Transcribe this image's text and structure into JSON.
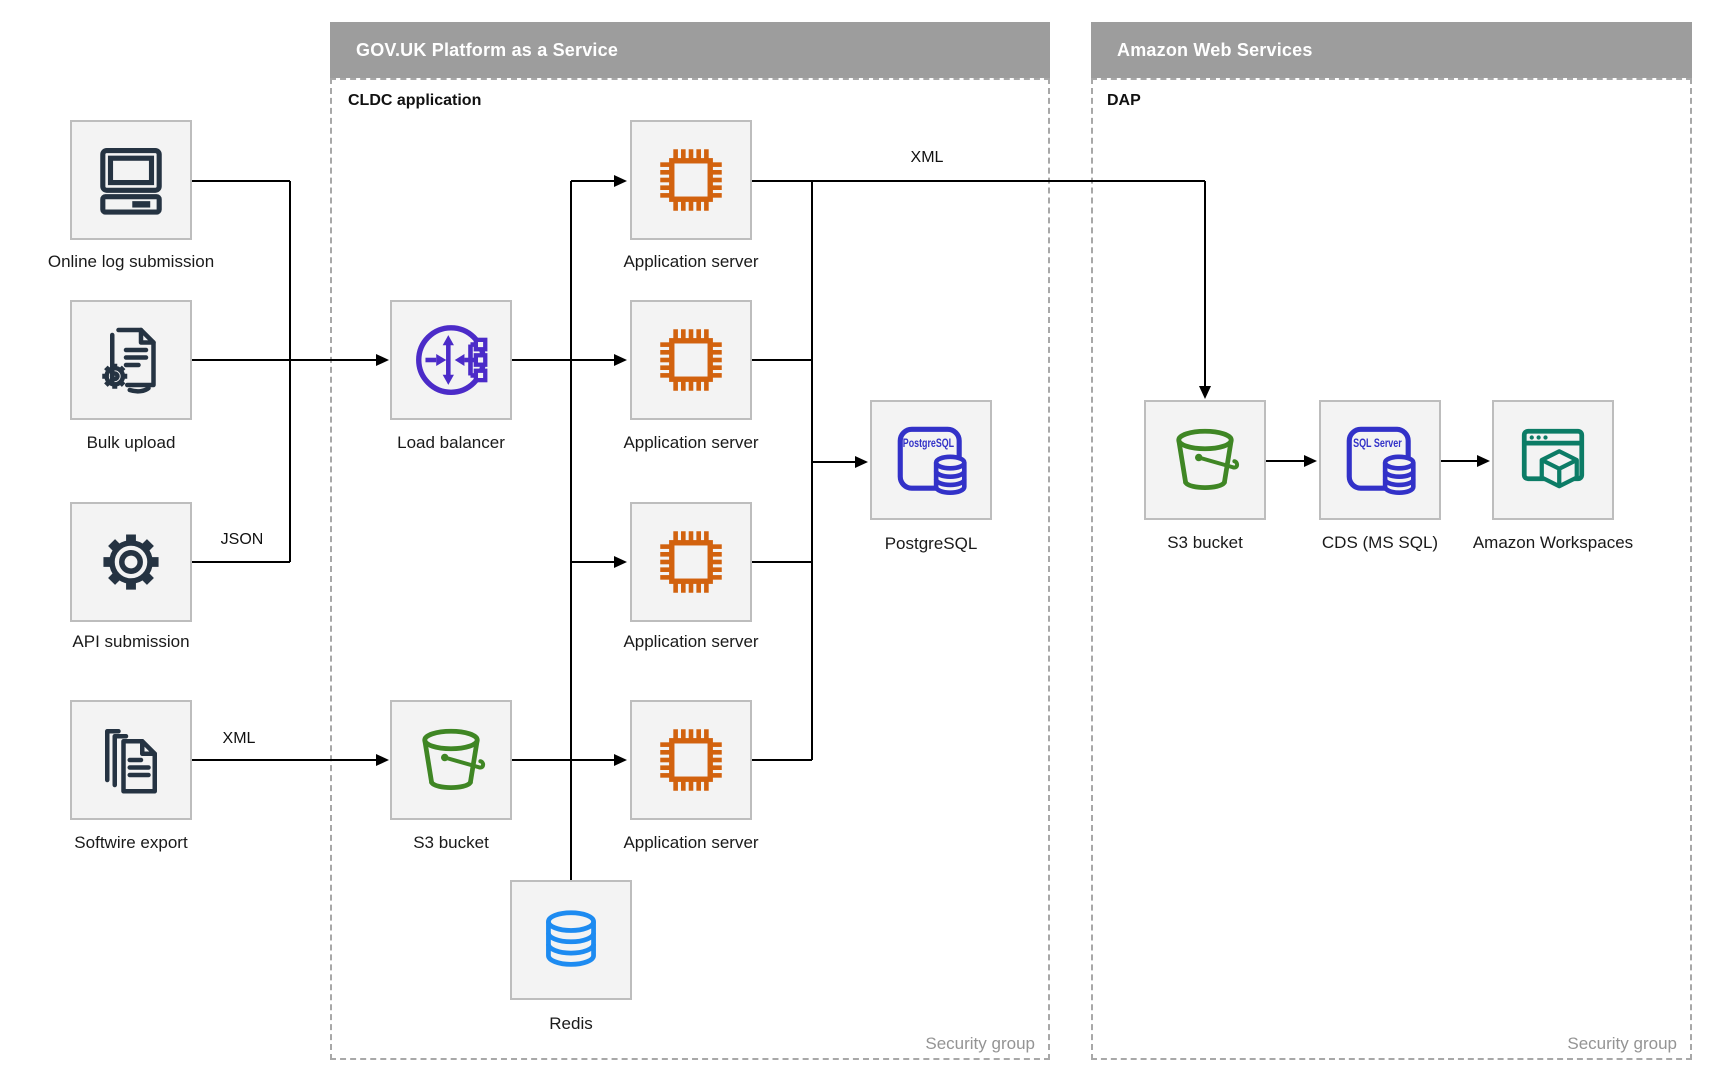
{
  "sections": {
    "govuk": {
      "title": "GOV.UK Platform as a Service",
      "subtitle": "CLDC application",
      "security_label": "Security group"
    },
    "aws": {
      "title": "Amazon Web Services",
      "subtitle": "DAP",
      "security_label": "Security group"
    }
  },
  "nodes": {
    "online_log": {
      "label": "Online log submission"
    },
    "bulk_upload": {
      "label": "Bulk upload"
    },
    "api_submission": {
      "label": "API submission"
    },
    "softwire_export": {
      "label": "Softwire export"
    },
    "load_balancer": {
      "label": "Load balancer"
    },
    "app_server_1": {
      "label": "Application server"
    },
    "app_server_2": {
      "label": "Application server"
    },
    "app_server_3": {
      "label": "Application server"
    },
    "app_server_4": {
      "label": "Application server"
    },
    "postgresql": {
      "label": "PostgreSQL",
      "badge": "PostgreSQL"
    },
    "s3_bucket_paas": {
      "label": "S3 bucket"
    },
    "redis": {
      "label": "Redis"
    },
    "s3_bucket_aws": {
      "label": "S3 bucket"
    },
    "cds": {
      "label": "CDS (MS SQL)",
      "badge": "SQL Server"
    },
    "workspaces": {
      "label": "Amazon Workspaces"
    }
  },
  "edge_labels": {
    "api_json": "JSON",
    "softwire_xml": "XML",
    "app_xml": "XML"
  },
  "colors": {
    "header_bar": "#9d9d9d",
    "node_fill": "#f3f3f3",
    "node_border": "#bdbdbd",
    "dashed_border": "#a8a8a8",
    "dark_navy": "#253342",
    "compute_orange": "#d2620e",
    "lb_purple": "#4b2bc8",
    "db_indigo": "#3231c8",
    "s3_green": "#3f8624",
    "redis_blue": "#1d8bf1",
    "workspaces_teal": "#0c7c66",
    "wire": "#000000",
    "security_text": "#949494"
  }
}
